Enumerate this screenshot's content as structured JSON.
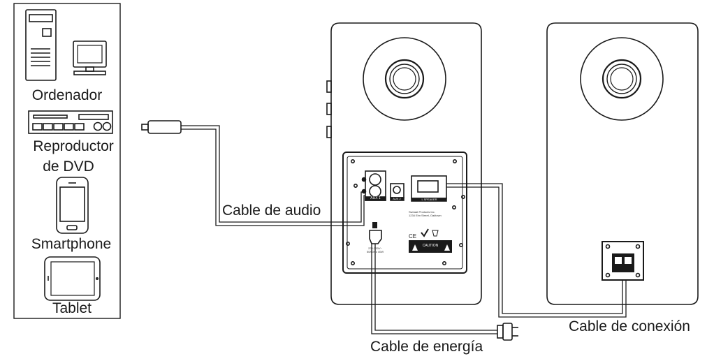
{
  "sources": {
    "computer": "Ordenador",
    "dvd_line1": "Reproductor",
    "dvd_line2": "de DVD",
    "smartphone": "Smartphone",
    "tablet": "Tablet"
  },
  "cables": {
    "audio": "Cable de audio",
    "connection": "Cable de conexión",
    "power": "Cable de energía"
  },
  "panel": {
    "aux1": "AUX 1",
    "aux2": "AUX 2",
    "speaker_out": "L SPEAKER",
    "power_rating_line1": "220-230V~",
    "power_rating_line2": "50/60Hz 40W",
    "caution": "CAUTION",
    "ce_mark": "CE"
  },
  "colors": {
    "line": "#1a1a1a",
    "background": "#ffffff"
  }
}
